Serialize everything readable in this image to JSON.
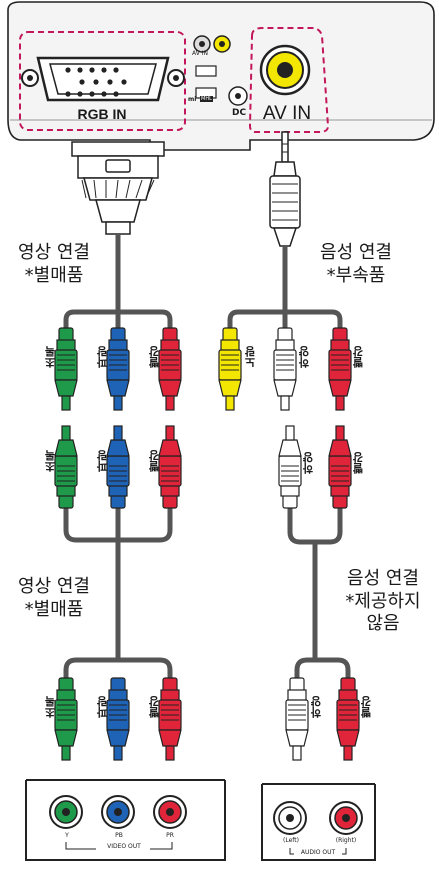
{
  "projector": {
    "rgb_in_label": "RGB IN",
    "av_in_label": "AV IN",
    "small_av_in": "AV IN",
    "small_hdmi": "mi",
    "small_mhl": "MHL",
    "small_dc": "DC"
  },
  "left_top_caption": {
    "line1": "영상 연결",
    "line2": "*별매품"
  },
  "right_top_caption": {
    "line1": "음성 연결",
    "line2": "*부속품"
  },
  "left_mid_caption": {
    "line1": "영상 연결",
    "line2": "*별매품"
  },
  "right_mid_caption": {
    "line1": "음성 연결",
    "line2": "*제공하지",
    "line3": "않음"
  },
  "plug_labels": {
    "green": "초록",
    "blue": "파랑",
    "red": "빨강",
    "yellow": "노랑",
    "white": "하양"
  },
  "video_device": {
    "jack_y": "Y",
    "jack_pb": "PB",
    "jack_pr": "PR",
    "group_label": "VIDEO OUT"
  },
  "audio_device": {
    "jack_left": "(Left)",
    "jack_right": "(Right)",
    "group_label": "AUDIO OUT"
  },
  "colors": {
    "green": "#1f9a4b",
    "blue": "#1e63b5",
    "red": "#e0253a",
    "yellow": "#f3e600",
    "white": "#ffffff",
    "cable": "#555555",
    "highlight": "#c2185b"
  }
}
